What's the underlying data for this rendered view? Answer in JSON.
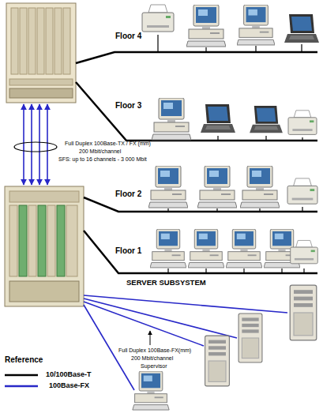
{
  "diagram": {
    "labels": [
      "Floor 4",
      "Floor 3",
      "Full Duplex 100Base-TX / FX (mm)",
      "200 Mbit/channel",
      "SFS: up to 16 channels - 3 000 Mbit",
      "Floor 2",
      "Floor 1",
      "SERVER SUBSYSTEM",
      "Full Duplex 100Base-FX(mm)",
      "200 Mbit/channel",
      "Supervisor",
      "Reference"
    ],
    "legend": [
      {
        "text": "10/100Base-T"
      },
      {
        "text": "100Base-FX"
      }
    ]
  }
}
